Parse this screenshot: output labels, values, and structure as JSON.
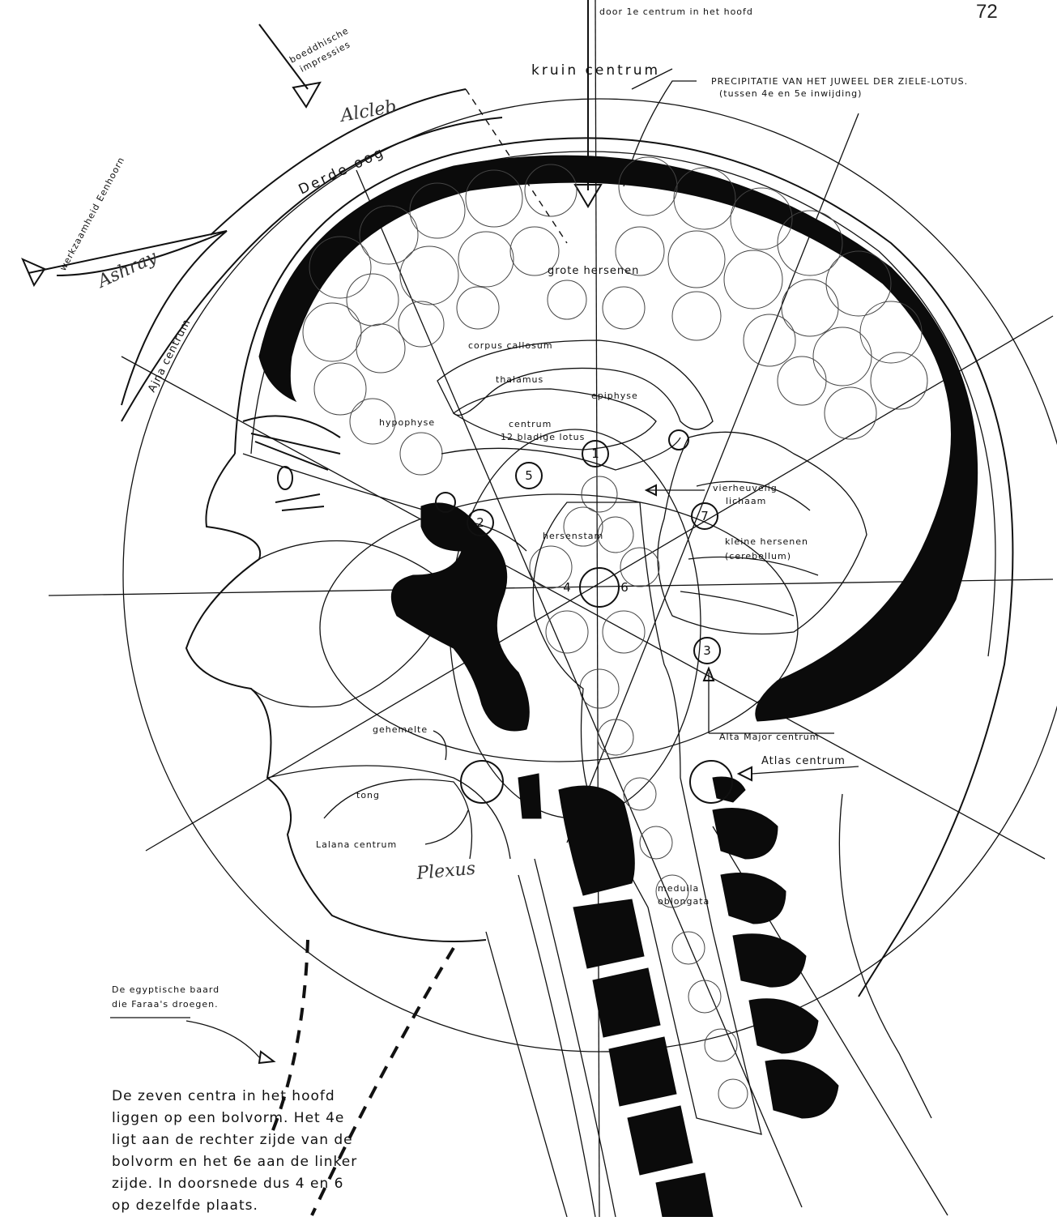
{
  "page_number": "72",
  "labels": {
    "top_arrow": "door 1e centrum in het hoofd",
    "boeddhische_impressies_1": "boeddhische",
    "boeddhische_impressies_2": "impressies",
    "kruin_centrum": "kruin centrum",
    "precipitatie_1": "PRECIPITATIE VAN HET JUWEEL DER ZIELE-LOTUS.",
    "precipitatie_2": "(tussen 4e en 5e inwijding)",
    "werkzaamheid": "werkzaamheid Eenhoorn",
    "derde_oog": "Derde oog",
    "ajna_centrum": "Ajna centrum",
    "grote_hersenen": "grote hersenen",
    "corpus_callosum": "corpus callosum",
    "thalamus": "thalamus",
    "epiphyse": "epiphyse",
    "hypophyse": "hypophyse",
    "centrum_lotus_1": "centrum",
    "centrum_lotus_2": "12 bladige lotus",
    "vierheuvelig_1": "vierheuvelig",
    "vierheuvelig_2": "lichaam",
    "hersenstam": "hersenstam",
    "kleine_hersenen_1": "kleine hersenen",
    "kleine_hersenen_2": "(cerebellum)",
    "gehemelte": "gehemelte",
    "tong": "tong",
    "lalana_centrum": "Lalana centrum",
    "alta_major": "Alta Major centrum",
    "atlas_centrum": "Atlas centrum",
    "medulla_1": "medulla",
    "medulla_2": "oblongata",
    "egyptische_1": "De egyptische baard",
    "egyptische_2": "die Faraa's droegen."
  },
  "centers": [
    "1",
    "2",
    "3",
    "4",
    "5",
    "6",
    "7"
  ],
  "handwriting": {
    "top": "Alcleb",
    "left": "Ashray",
    "bottom": "Plexus"
  },
  "caption_lines": [
    "De zeven centra in het hoofd",
    "liggen op een bolvorm. Het 4e",
    "ligt aan de rechter zijde van de",
    "bolvorm en het 6e aan de linker",
    "zijde. In doorsnede dus 4 en 6",
    "op dezelfde plaats."
  ]
}
